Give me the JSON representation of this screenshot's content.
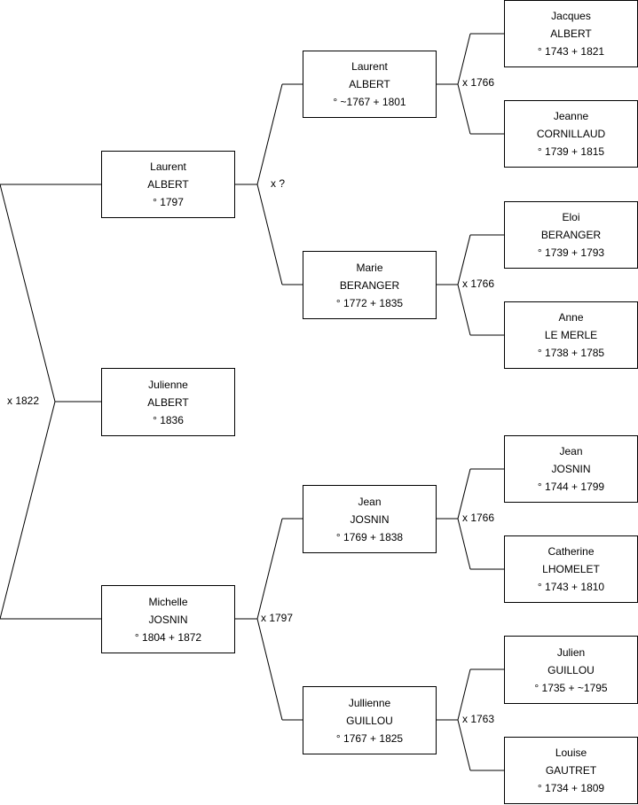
{
  "persons": {
    "julienne_albert": {
      "first": "Julienne",
      "last": "ALBERT",
      "dates": "° 1836"
    },
    "laurent_albert_1797": {
      "first": "Laurent",
      "last": "ALBERT",
      "dates": "° 1797"
    },
    "michelle_josnin": {
      "first": "Michelle",
      "last": "JOSNIN",
      "dates": "° 1804 + 1872"
    },
    "laurent_albert_1767": {
      "first": "Laurent",
      "last": "ALBERT",
      "dates": "° ~1767 + 1801"
    },
    "marie_beranger": {
      "first": "Marie",
      "last": "BERANGER",
      "dates": "° 1772 + 1835"
    },
    "jean_josnin_1769": {
      "first": "Jean",
      "last": "JOSNIN",
      "dates": "° 1769 + 1838"
    },
    "jullienne_guillou": {
      "first": "Jullienne",
      "last": "GUILLOU",
      "dates": "° 1767 + 1825"
    },
    "jacques_albert": {
      "first": "Jacques",
      "last": "ALBERT",
      "dates": "° 1743 + 1821"
    },
    "jeanne_cornillaud": {
      "first": "Jeanne",
      "last": "CORNILLAUD",
      "dates": "° 1739 + 1815"
    },
    "eloi_beranger": {
      "first": "Eloi",
      "last": "BERANGER",
      "dates": "° 1739 + 1793"
    },
    "anne_le_merle": {
      "first": "Anne",
      "last": "LE MERLE",
      "dates": "° 1738 + 1785"
    },
    "jean_josnin_1744": {
      "first": "Jean",
      "last": "JOSNIN",
      "dates": "° 1744 + 1799"
    },
    "catherine_lhomelet": {
      "first": "Catherine",
      "last": "LHOMELET",
      "dates": "° 1743 + 1810"
    },
    "julien_guillou": {
      "first": "Julien",
      "last": "GUILLOU",
      "dates": "° 1735 + ~1795"
    },
    "louise_gautret": {
      "first": "Louise",
      "last": "GAUTRET",
      "dates": "° 1734 + 1809"
    }
  },
  "marriages": {
    "parents": "x 1822",
    "albert_beranger": "x ?",
    "josnin_guillou": "x 1797",
    "albert_cornillaud": "x 1766",
    "beranger_le_merle": "x 1766",
    "josnin_lhomelet": "x 1766",
    "guillou_gautret": "x 1763"
  }
}
